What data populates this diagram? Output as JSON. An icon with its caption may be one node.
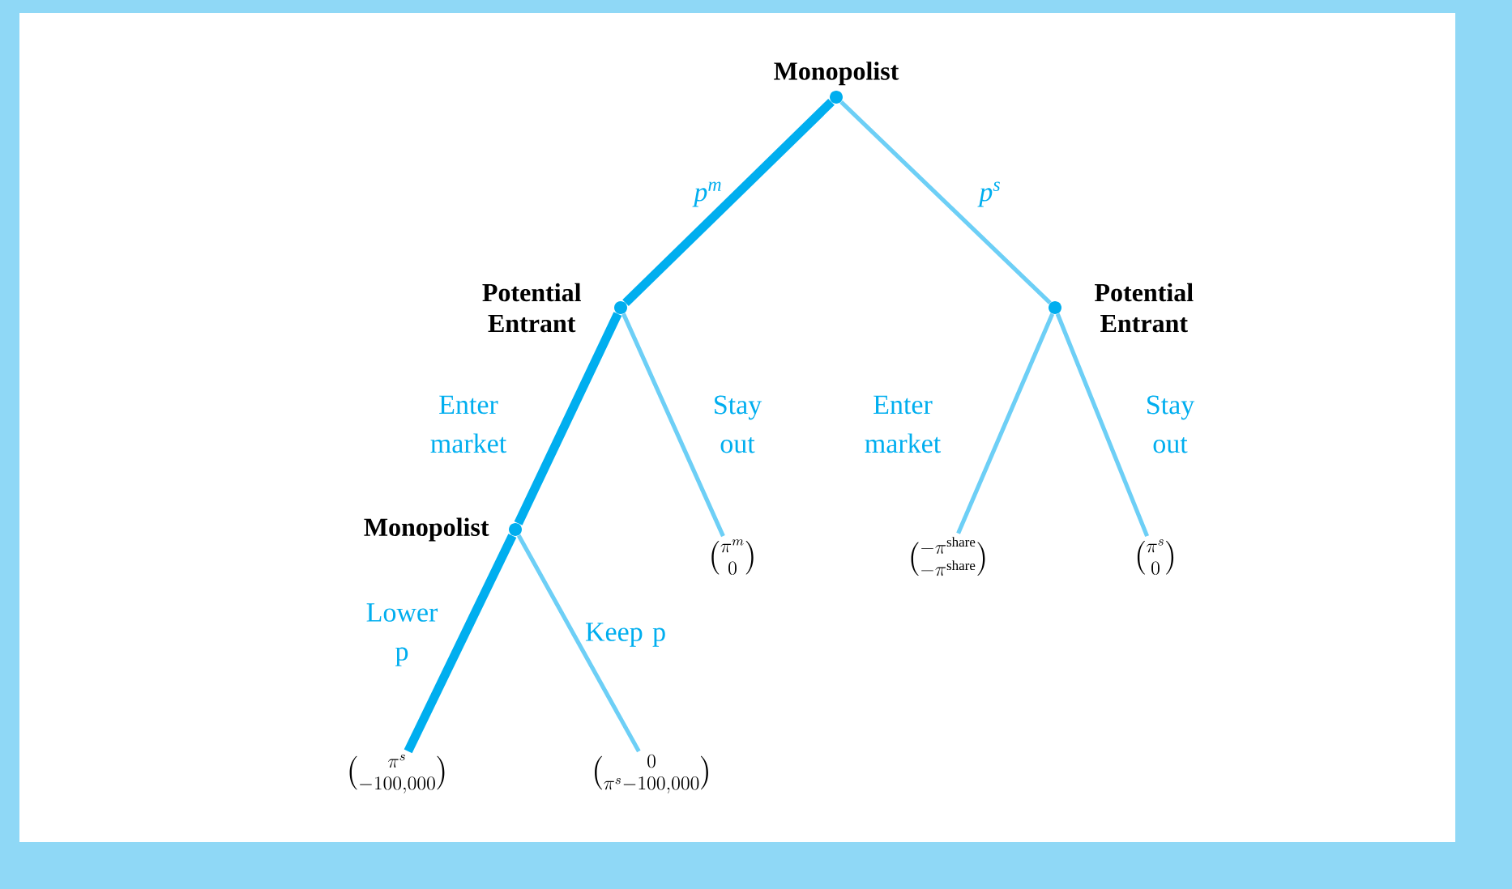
{
  "diagram": {
    "nodes": [
      {
        "text": [
          "Monopolist"
        ]
      },
      {
        "text": [
          "Potential Entrant"
        ]
      },
      {
        "text": [
          "Potential Entrant"
        ]
      },
      {
        "text": [
          "Monopolist"
        ]
      },
      {
        "text": [
          "\\binom{\\pi^{s}}{-100{,}000}"
        ]
      },
      {
        "text": [
          "\\binom{0}{\\pi^{s}-100{,}000}"
        ]
      },
      {
        "text": [
          "\\binom{\\pi^{m}}{0}"
        ]
      },
      {
        "text": [
          "\\binom{-\\pi^{\\mathrm{share}}}{-\\pi^{\\mathrm{share}}}"
        ]
      },
      {
        "text": [
          "\\binom{\\pi^{s}}{0}"
        ]
      }
    ],
    "edges": [
      {
        "from": 0,
        "to": 1,
        "arrow": "none",
        "label": "p$^{m}$",
        "style": "thick",
        "color": "#00aeef"
      },
      {
        "from": 0,
        "to": 2,
        "arrow": "none",
        "label": "p$^{s}$"
      },
      {
        "from": 1,
        "to": 3,
        "arrow": "none",
        "label": "Enter market",
        "style": "thick",
        "color": "#00aeef"
      },
      {
        "from": 1,
        "to": 6,
        "arrow": "none",
        "label": "Stay out"
      },
      {
        "from": 2,
        "to": 7,
        "arrow": "none",
        "label": "Enter market"
      },
      {
        "from": 2,
        "to": 8,
        "arrow": "none",
        "label": "Stay out"
      },
      {
        "from": 3,
        "to": 4,
        "arrow": "none",
        "label": "Lower p",
        "style": "thick",
        "color": "#00aeef"
      },
      {
        "from": 3,
        "to": 5,
        "arrow": "none",
        "label": "Keep p"
      }
    ]
  }
}
